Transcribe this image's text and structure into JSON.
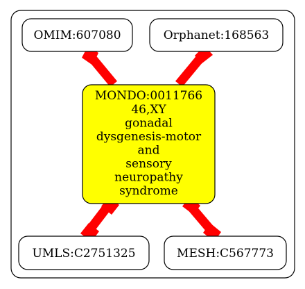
{
  "diagram": {
    "center": {
      "id": "MONDO:0011766",
      "label_lines": [
        "46,XY",
        "gonadal",
        "dysgenesis-motor",
        "and",
        "sensory",
        "neuropathy",
        "syndrome"
      ],
      "fill": "#ffff00"
    },
    "nodes": {
      "omim": "OMIM:607080",
      "orphanet": "Orphanet:168563",
      "umls": "UMLS:C2751325",
      "mesh": "MESH:C567773"
    },
    "edge_color": "#ff0000",
    "edges": [
      {
        "from": "omim",
        "to": "center"
      },
      {
        "from": "orphanet",
        "to": "center"
      },
      {
        "from": "center",
        "to": "umls"
      },
      {
        "from": "center",
        "to": "mesh"
      }
    ]
  }
}
